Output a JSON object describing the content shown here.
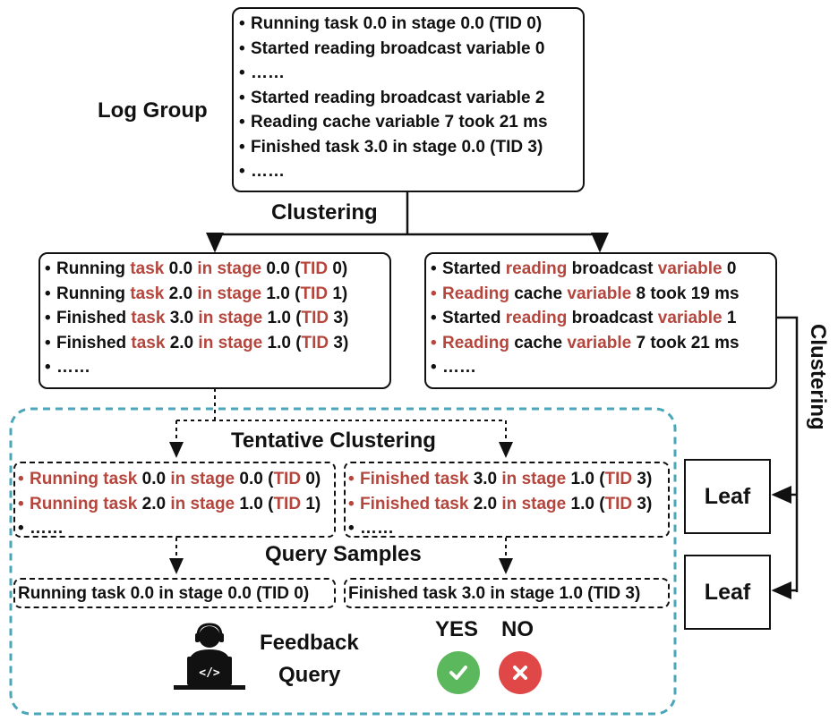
{
  "log_group": {
    "label": "Log Group",
    "items": [
      "Running task 0.0 in stage 0.0 (TID 0)",
      "Started reading broadcast variable 0",
      "……",
      "Started reading broadcast variable 2",
      "Reading cache variable 7 took 21 ms",
      "Finished task 3.0 in stage 0.0 (TID 3)",
      "……"
    ]
  },
  "clustering_label": "Clustering",
  "clustering_side_label": "Clustering",
  "cluster_left": {
    "rows": [
      [
        [
          "Running ",
          0
        ],
        [
          "task",
          1
        ],
        [
          " 0.0 ",
          0
        ],
        [
          "in stage",
          1
        ],
        [
          " 0.0 (",
          0
        ],
        [
          "TID",
          1
        ],
        [
          " 0)",
          0
        ]
      ],
      [
        [
          "Running ",
          0
        ],
        [
          "task",
          1
        ],
        [
          " 2.0 ",
          0
        ],
        [
          "in stage",
          1
        ],
        [
          " 1.0 (",
          0
        ],
        [
          "TID",
          1
        ],
        [
          " 1)",
          0
        ]
      ],
      [
        [
          "Finished ",
          0
        ],
        [
          "task",
          1
        ],
        [
          " 3.0 ",
          0
        ],
        [
          "in stage",
          1
        ],
        [
          " 1.0 (",
          0
        ],
        [
          "TID",
          1
        ],
        [
          " 3)",
          0
        ]
      ],
      [
        [
          "Finished ",
          0
        ],
        [
          "task",
          1
        ],
        [
          " 2.0 ",
          0
        ],
        [
          "in stage",
          1
        ],
        [
          " 1.0 (",
          0
        ],
        [
          "TID",
          1
        ],
        [
          " 3)",
          0
        ]
      ],
      [
        [
          "……",
          0
        ]
      ]
    ]
  },
  "cluster_right": {
    "rows": [
      [
        [
          "Started ",
          0
        ],
        [
          "reading",
          1
        ],
        [
          " broadcast ",
          0
        ],
        [
          "variable",
          1
        ],
        [
          " 0",
          0
        ]
      ],
      [
        [
          "Reading",
          1
        ],
        [
          " cache ",
          0
        ],
        [
          "variable",
          1
        ],
        [
          " 8 took 19 ms",
          0
        ]
      ],
      [
        [
          "Started ",
          0
        ],
        [
          "reading",
          1
        ],
        [
          " broadcast ",
          0
        ],
        [
          "variable",
          1
        ],
        [
          " 1",
          0
        ]
      ],
      [
        [
          "Reading",
          1
        ],
        [
          " cache ",
          0
        ],
        [
          "variable",
          1
        ],
        [
          " 7 took 21 ms",
          0
        ]
      ],
      [
        [
          "……",
          0
        ]
      ]
    ]
  },
  "tentative_label": "Tentative Clustering",
  "tentative_left": {
    "rows": [
      [
        [
          "Running task",
          1
        ],
        [
          " 0.0 ",
          0
        ],
        [
          "in stage",
          1
        ],
        [
          " 0.0 (",
          0
        ],
        [
          "TID",
          1
        ],
        [
          " 0)",
          0
        ]
      ],
      [
        [
          "Running task",
          1
        ],
        [
          " 2.0 ",
          0
        ],
        [
          "in stage",
          1
        ],
        [
          " 1.0 (",
          0
        ],
        [
          "TID",
          1
        ],
        [
          " 1)",
          0
        ]
      ],
      [
        [
          "……",
          0
        ]
      ]
    ]
  },
  "tentative_right": {
    "rows": [
      [
        [
          "Finished task",
          1
        ],
        [
          " 3.0 ",
          0
        ],
        [
          "in stage",
          1
        ],
        [
          " 1.0 (",
          0
        ],
        [
          "TID",
          1
        ],
        [
          " 3)",
          0
        ]
      ],
      [
        [
          "Finished task",
          1
        ],
        [
          " 2.0 ",
          0
        ],
        [
          "in stage",
          1
        ],
        [
          " 1.0 (",
          0
        ],
        [
          "TID",
          1
        ],
        [
          " 3)",
          0
        ]
      ],
      [
        [
          "……",
          0
        ]
      ]
    ]
  },
  "query_label": "Query Samples",
  "query_left": "Running task 0.0 in stage 0.0 (TID 0)",
  "query_right": "Finished task 3.0 in stage 1.0 (TID 3)",
  "feedback_line1": "Feedback",
  "feedback_line2": "Query",
  "yes_label": "YES",
  "no_label": "NO",
  "leaf_top": "Leaf",
  "leaf_bottom": "Leaf",
  "colors": {
    "highlight": "#b5463d",
    "dashed_container": "#4aa6b8",
    "yes": "#5cb85c",
    "no": "#e04848"
  },
  "icons": {
    "user": "person-at-laptop-icon",
    "yes": "checkmark-icon",
    "no": "cross-icon"
  }
}
